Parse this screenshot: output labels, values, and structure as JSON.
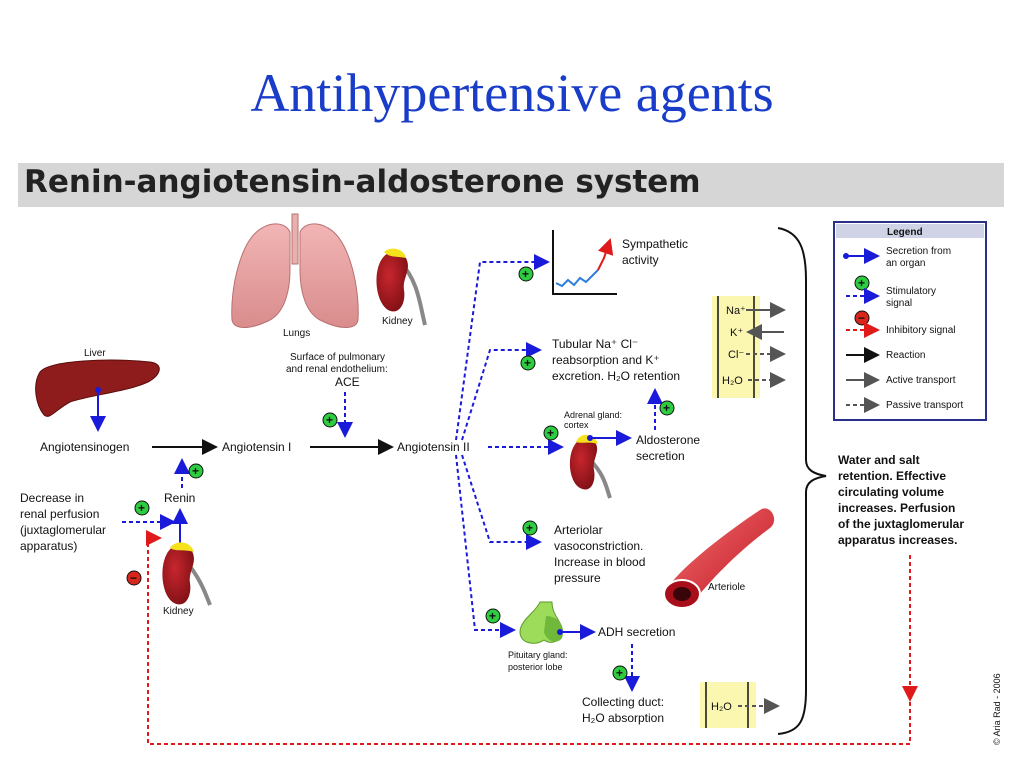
{
  "title": "Antihypertensive agents",
  "banner": "Renin-angiotensin-aldosterone system",
  "organs": {
    "lungs": "Lungs",
    "kidney_top": "Kidney",
    "liver": "Liver",
    "kidney_bottom": "Kidney",
    "arteriole": "Arteriole",
    "pituitary": [
      "Pituitary gland:",
      "posterior lobe"
    ],
    "adrenal": [
      "Adrenal gland:",
      "cortex"
    ]
  },
  "pulmonary_note": [
    "Surface of pulmonary",
    "and renal endothelium:",
    "ACE"
  ],
  "pathway": {
    "angiotensinogen": "Angiotensinogen",
    "angiotensin1": "Angiotensin I",
    "angiotensin2": "Angiotensin II",
    "renin": "Renin"
  },
  "perfusion": [
    "Decrease in",
    "renal perfusion",
    "(juxtaglomerular",
    "apparatus)"
  ],
  "effects": {
    "sympathetic": [
      "Sympathetic",
      "activity"
    ],
    "tubular": [
      "Tubular Na⁺ Cl⁻",
      "reabsorption and K⁺",
      "excretion. H₂O retention"
    ],
    "aldosterone": [
      "Aldosterone",
      "secretion"
    ],
    "arteriolar": [
      "Arteriolar",
      "vasoconstriction.",
      "Increase in blood",
      "pressure"
    ],
    "adh": "ADH secretion",
    "collecting": [
      "Collecting duct:",
      "H₂O absorption"
    ]
  },
  "ions": [
    "Na⁺",
    "K⁺",
    "Cl⁻",
    "H₂O"
  ],
  "collecting_ion": "H₂O",
  "outcome": [
    "Water and salt",
    "retention. Effective",
    "circulating volume",
    "increases. Perfusion",
    "of the juxtaglomerular",
    "apparatus increases."
  ],
  "legend": {
    "title": "Legend",
    "items": [
      [
        "Secretion from",
        "an organ"
      ],
      [
        "Stimulatory",
        "signal"
      ],
      [
        "Inhibitory signal"
      ],
      [
        "Reaction"
      ],
      [
        "Active transport"
      ],
      [
        "Passive transport"
      ]
    ]
  },
  "copyright": "© Aria Rad - 2006",
  "colors": {
    "title": "#1a3dc9",
    "secretion": "#1a1adb",
    "stimulatory": "#1a1adb",
    "inhibitory": "#e01a1a",
    "plus_fill": "#2ecc40",
    "minus_fill": "#d9261c"
  }
}
